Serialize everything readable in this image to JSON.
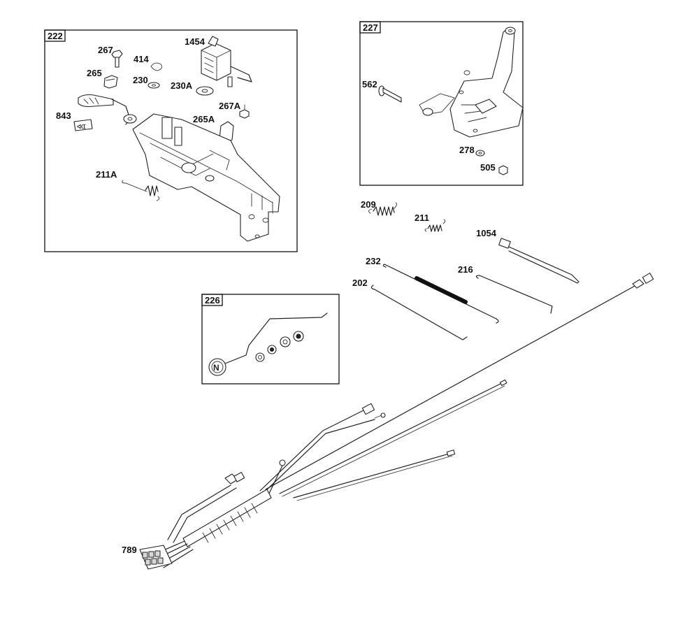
{
  "boxes": [
    {
      "id": "222"
    },
    {
      "id": "227"
    },
    {
      "id": "226"
    }
  ],
  "labels": {
    "p267": "267",
    "p414": "414",
    "p1454": "1454",
    "p265": "265",
    "p230": "230",
    "p230A": "230A",
    "p267A": "267A",
    "p843": "843",
    "p265A": "265A",
    "p211A": "211A",
    "p562": "562",
    "p278": "278",
    "p505": "505",
    "p209": "209",
    "p211": "211",
    "p1054": "1054",
    "p232": "232",
    "p216": "216",
    "p202": "202",
    "p789": "789"
  },
  "colors": {
    "line": "#222222",
    "background": "#ffffff"
  }
}
